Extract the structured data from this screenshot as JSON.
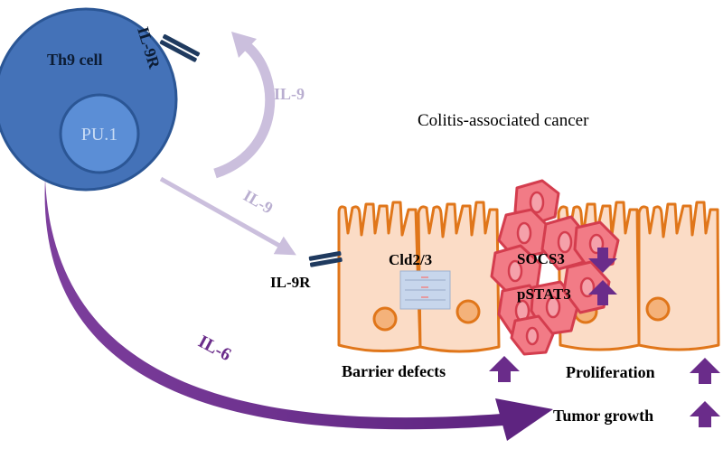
{
  "title": "Colitis-associated cancer",
  "th9_cell": {
    "label": "Th9 cell",
    "nucleus_label": "PU.1",
    "receptor_label": "IL-9R"
  },
  "signals": {
    "il9_autocrine": "IL-9",
    "il9_to_epithelium": "IL-9",
    "il6": "IL-6"
  },
  "epithelium": {
    "receptor_label": "IL-9R",
    "junction_label": "Cld2/3",
    "tumor_markers": [
      {
        "label": "SOCS3",
        "direction": "down"
      },
      {
        "label": "pSTAT3",
        "direction": "up"
      }
    ]
  },
  "outcomes": {
    "barrier": {
      "label": "Barrier defects",
      "direction": "up"
    },
    "proliferation": {
      "label": "Proliferation",
      "direction": "up"
    },
    "tumor_growth": {
      "label": "Tumor growth",
      "direction": "up"
    }
  },
  "colors": {
    "cell_fill": "#4472b8",
    "cell_outline": "#2b5695",
    "nucleus_fill": "#5b8ed6",
    "nucleus_text": "#c9dcf5",
    "receptor": "#1f3a5f",
    "il9_arrow": "#cbbfdd",
    "il9_text": "#b9aed0",
    "il6_arrow": "#6a2c8a",
    "il6_text": "#6a2c8a",
    "epithelial_fill": "#fbdcc6",
    "epithelial_outline": "#e0761a",
    "epithelial_nucleus": "#f4b27a",
    "tumor_fill": "#f27b86",
    "tumor_outline": "#d43d4e",
    "claudin_fill": "#c7d6ec",
    "up_arrow": "#6a2c8a"
  }
}
